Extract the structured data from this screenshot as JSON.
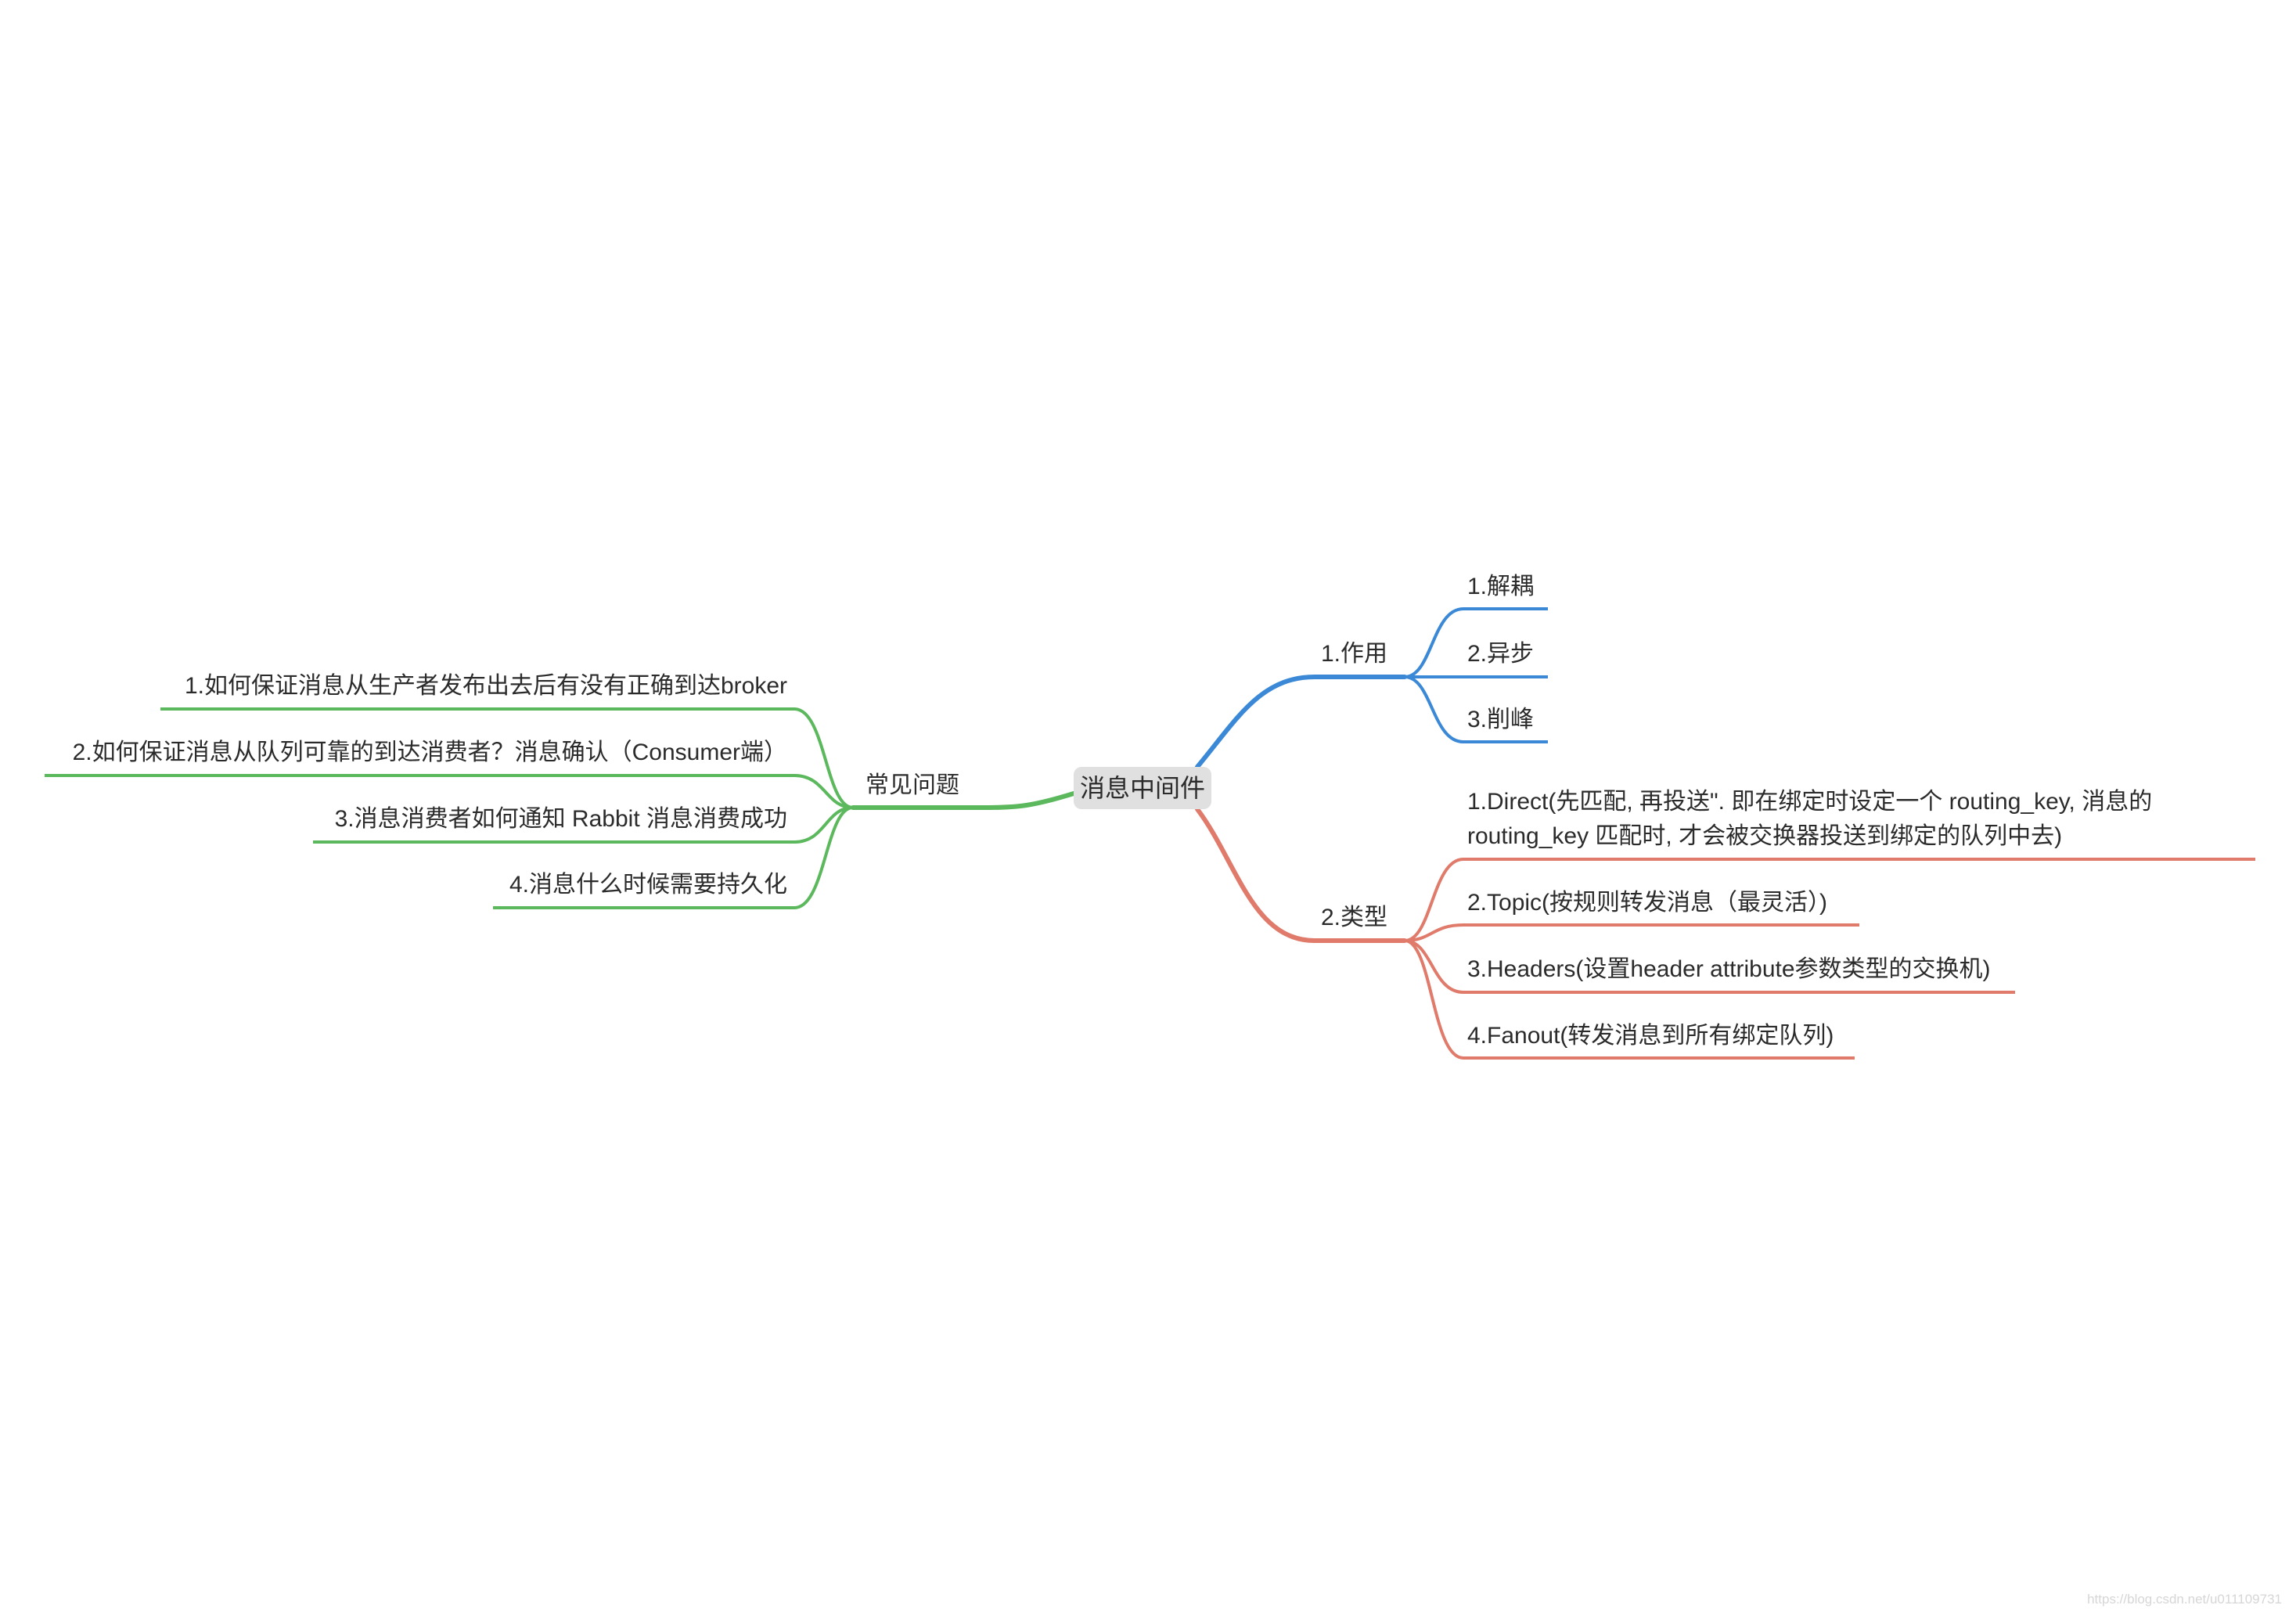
{
  "root": {
    "label": "消息中间件"
  },
  "colors": {
    "blue": "#3b89d6",
    "red": "#e07a6a",
    "green": "#5cb85c",
    "root_bg": "#e0e0e0"
  },
  "branches": {
    "role": {
      "label": "1.作用",
      "items": [
        "1.解耦",
        "2.异步",
        "3.削峰"
      ]
    },
    "types": {
      "label": "2.类型",
      "items": [
        "1.Direct(先匹配, 再投送\". 即在绑定时设定一个 routing_key, 消息的routing_key 匹配时, 才会被交换器投送到绑定的队列中去)",
        "2.Topic(按规则转发消息（最灵活）)",
        "3.Headers(设置header attribute参数类型的交换机)",
        "4.Fanout(转发消息到所有绑定队列)"
      ]
    },
    "faq": {
      "label": "常见问题",
      "items": [
        "1.如何保证消息从生产者发布出去后有没有正确到达broker",
        "2.如何保证消息从队列可靠的到达消费者？消息确认（Consumer端）",
        "3.消息消费者如何通知 Rabbit 消息消费成功",
        "4.消息什么时候需要持久化"
      ]
    }
  },
  "watermark": "https://blog.csdn.net/u011109731"
}
